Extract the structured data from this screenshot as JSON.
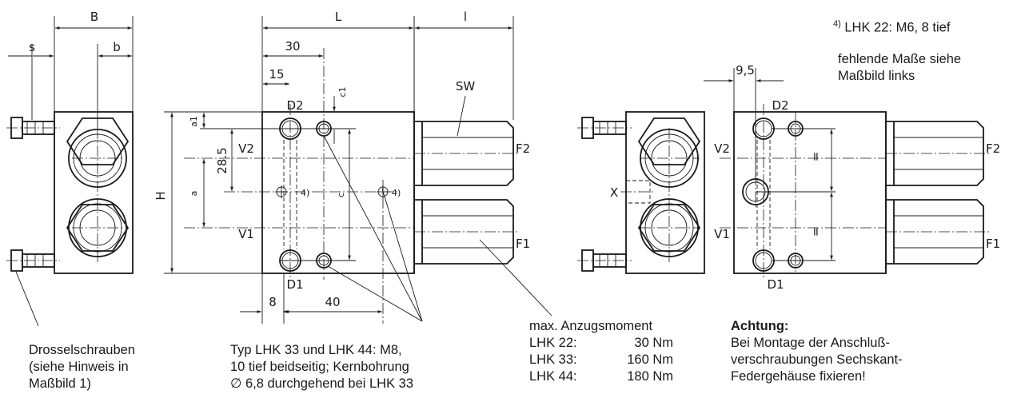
{
  "dims": {
    "B": "B",
    "s": "s",
    "b": "b",
    "L": "L",
    "l": "l",
    "d30": "30",
    "d15": "15",
    "c1": "c1",
    "SW": "SW",
    "H": "H",
    "a1": "a1",
    "d28_5": "28.5",
    "a": "a",
    "c": "c",
    "d8": "8",
    "d40": "40",
    "d9_5": "9,5",
    "X": "X",
    "eq": "="
  },
  "ports": {
    "D1": "D1",
    "D2": "D2",
    "V1": "V1",
    "V2": "V2",
    "F1": "F1",
    "F2": "F2"
  },
  "footnote_marker": "4)",
  "notes": {
    "footnote": "LHK 22:  M6, 8 tief",
    "missing_dims_line1": "fehlende Maße siehe",
    "missing_dims_line2": "Maßbild links",
    "throttle_line1": "Drosselschrauben",
    "throttle_line2": "(siehe Hinweis in",
    "throttle_line3": "Maßbild 1)",
    "thread_line1": "Typ LHK 33 und LHK 44:  M8,",
    "thread_line2": "10 tief beidseitig; Kernbohrung",
    "thread_line3": "∅ 6,8 durchgehend bei LHK 33"
  },
  "torque": {
    "title": "max. Anzugsmoment",
    "rows": [
      {
        "type": "LHK 22:",
        "value": "30 Nm"
      },
      {
        "type": "LHK 33:",
        "value": "160 Nm"
      },
      {
        "type": "LHK 44:",
        "value": "180 Nm"
      }
    ]
  },
  "warning": {
    "title": "Achtung:",
    "line1": "Bei Montage der Anschluß-",
    "line2": "verschraubungen Sechskant-",
    "line3": "Federgehäuse fixieren!"
  }
}
